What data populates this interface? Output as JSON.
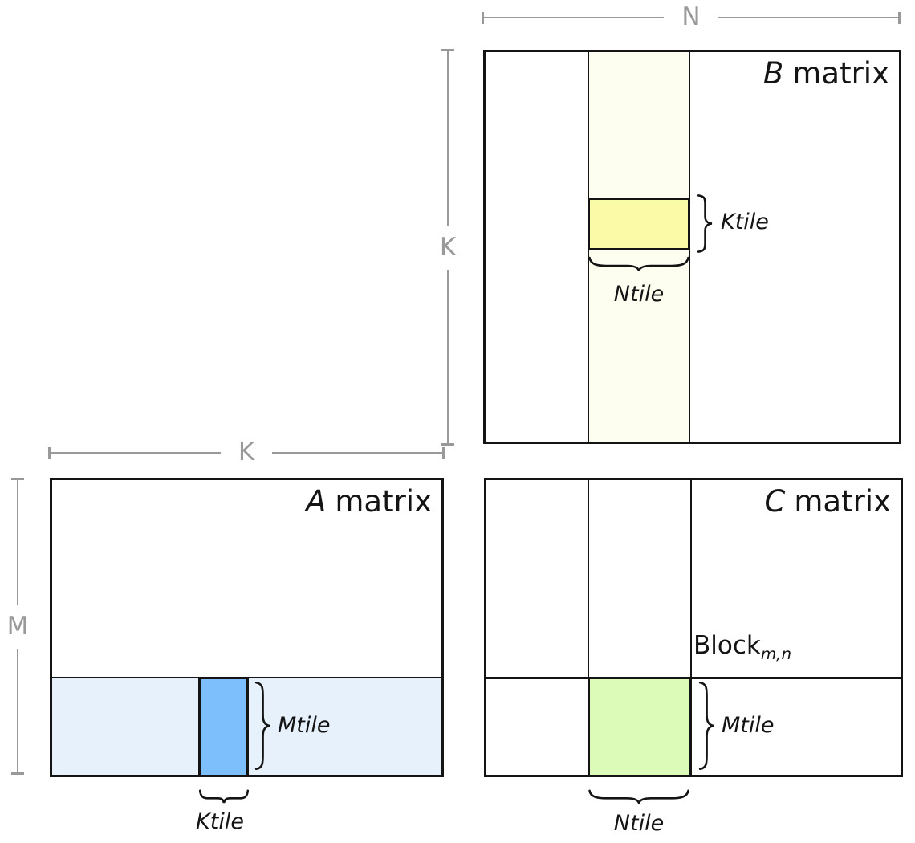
{
  "colors": {
    "line": "#141414",
    "dim": "#999999",
    "b-strip": "#fefef0",
    "b-tile": "#fbfba7",
    "a-strip": "#e7f1fc",
    "a-tile": "#7dbefd",
    "c-tile": "#dcfab8"
  },
  "dimensions": {
    "n": {
      "label": "N"
    },
    "k_b": {
      "label": "K"
    },
    "k_a": {
      "label": "K"
    },
    "m": {
      "label": "M"
    }
  },
  "matrix_b": {
    "name": "B",
    "suffix": "matrix",
    "ktile_label": "Ktile",
    "ntile_label": "Ntile"
  },
  "matrix_a": {
    "name": "A",
    "suffix": "matrix",
    "mtile_label": "Mtile",
    "ktile_label": "Ktile"
  },
  "matrix_c": {
    "name": "C",
    "suffix": "matrix",
    "block_label": "Block",
    "block_subscript": "m,n",
    "mtile_label": "Mtile",
    "ntile_label": "Ntile"
  }
}
